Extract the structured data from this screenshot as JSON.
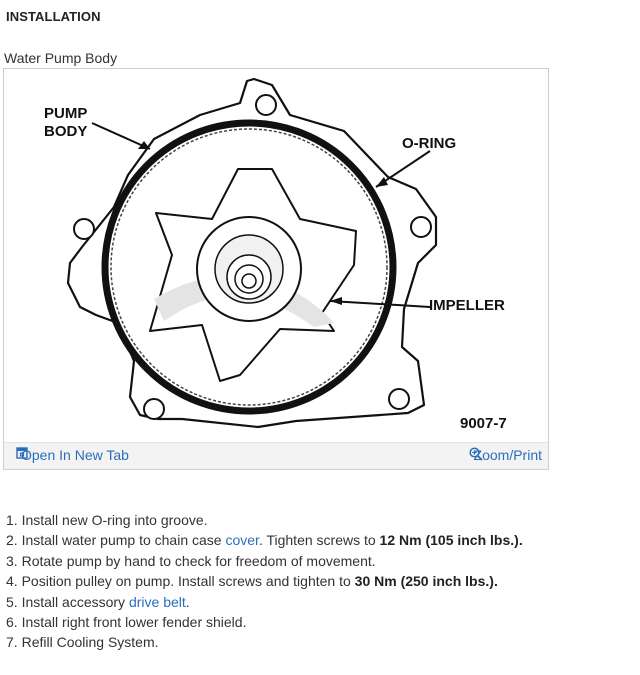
{
  "heading": "INSTALLATION",
  "figure": {
    "caption": "Water Pump Body",
    "labels": {
      "pump_body": "PUMP\nBODY",
      "o_ring": "O-RING",
      "impeller": "IMPELLER",
      "figure_number": "9007-7"
    },
    "toolbar": {
      "open_new_tab": "Open In New Tab",
      "zoom_print": "Zoom/Print"
    }
  },
  "steps": [
    {
      "number": "1.",
      "pre": "Install new O-ring into groove.",
      "link": "",
      "mid": "",
      "bold": "",
      "post": ""
    },
    {
      "number": "2.",
      "pre": "Install water pump to chain case ",
      "link": "cover",
      "mid": ". Tighten screws to ",
      "bold": "12 Nm (105 inch lbs.)",
      "post": "."
    },
    {
      "number": "3.",
      "pre": "Rotate pump by hand to check for freedom of movement.",
      "link": "",
      "mid": "",
      "bold": "",
      "post": ""
    },
    {
      "number": "4.",
      "pre": "Position pulley on pump. Install screws and tighten to ",
      "link": "",
      "mid": "",
      "bold": "30 Nm (250 inch lbs.)",
      "post": "."
    },
    {
      "number": "5.",
      "pre": "Install accessory ",
      "link": "drive belt",
      "mid": ".",
      "bold": "",
      "post": ""
    },
    {
      "number": "6.",
      "pre": "Install right front lower fender shield.",
      "link": "",
      "mid": "",
      "bold": "",
      "post": ""
    },
    {
      "number": "7.",
      "pre": "Refill Cooling System.",
      "link": "",
      "mid": "",
      "bold": "",
      "post": ""
    }
  ],
  "colors": {
    "link": "#2a6ebb",
    "text": "#333333"
  },
  "icons": {
    "open_new_tab": "new-tab-icon",
    "zoom_print": "magnifier-plus-icon"
  }
}
